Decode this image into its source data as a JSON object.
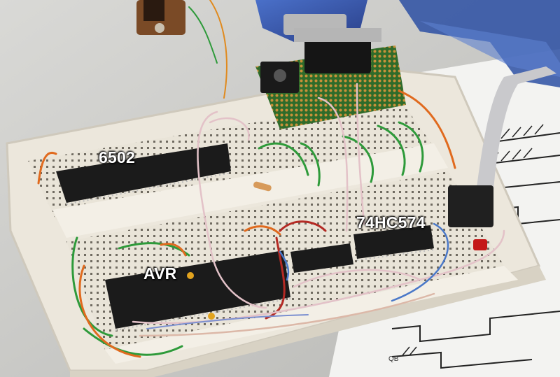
{
  "labels": {
    "cpu": "6502",
    "latch": "74HC574",
    "mcu": "AVR"
  },
  "paper": {
    "signal_text": "QB"
  },
  "colors": {
    "breadboard": "#ece7dc",
    "chip": "#1b1b1b",
    "wire_green": "#2e9a3a",
    "wire_orange": "#e06a1e",
    "wire_pink": "#e3c2c8",
    "wire_blue": "#4a78c8",
    "wire_red": "#b42a24",
    "serial_blue": "#2f4fa8"
  }
}
